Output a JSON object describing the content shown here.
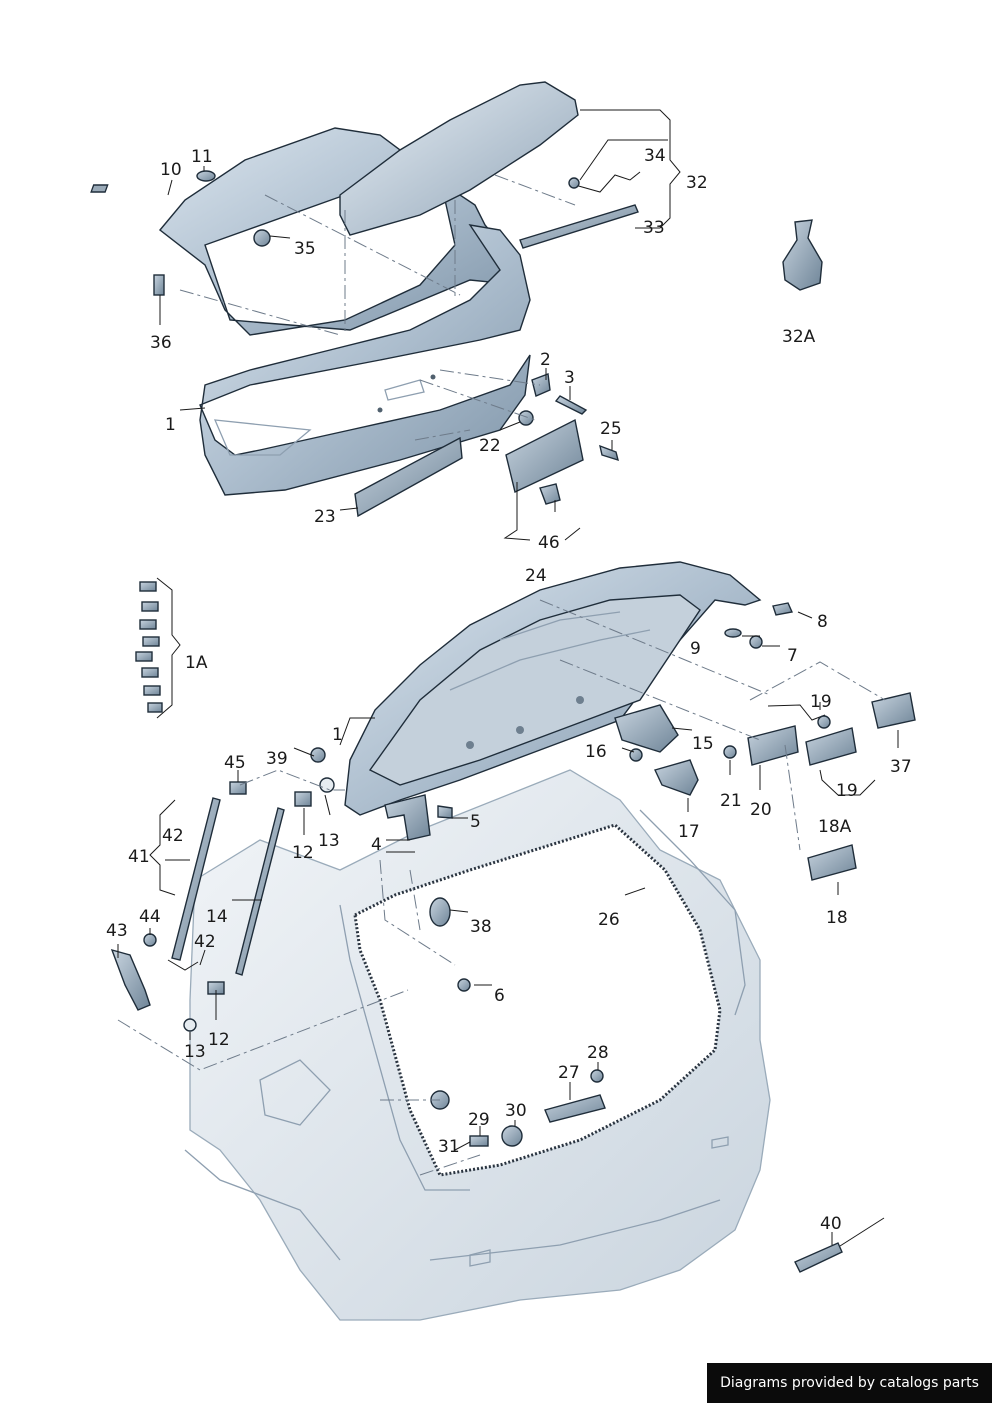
{
  "labels": [
    "10",
    "11",
    "35",
    "36",
    "1",
    "34",
    "32",
    "33",
    "32A",
    "2",
    "3",
    "25",
    "22",
    "23",
    "46",
    "24",
    "8",
    "9",
    "7",
    "1A",
    "1",
    "19",
    "37",
    "16",
    "15",
    "21",
    "20",
    "17",
    "19",
    "18A",
    "18",
    "39",
    "45",
    "13",
    "12",
    "5",
    "4",
    "42",
    "41",
    "14",
    "38",
    "26",
    "6",
    "44",
    "42",
    "43",
    "12",
    "13",
    "28",
    "27",
    "29",
    "30",
    "31",
    "40"
  ],
  "credit": "Diagrams provided by catalogs parts"
}
